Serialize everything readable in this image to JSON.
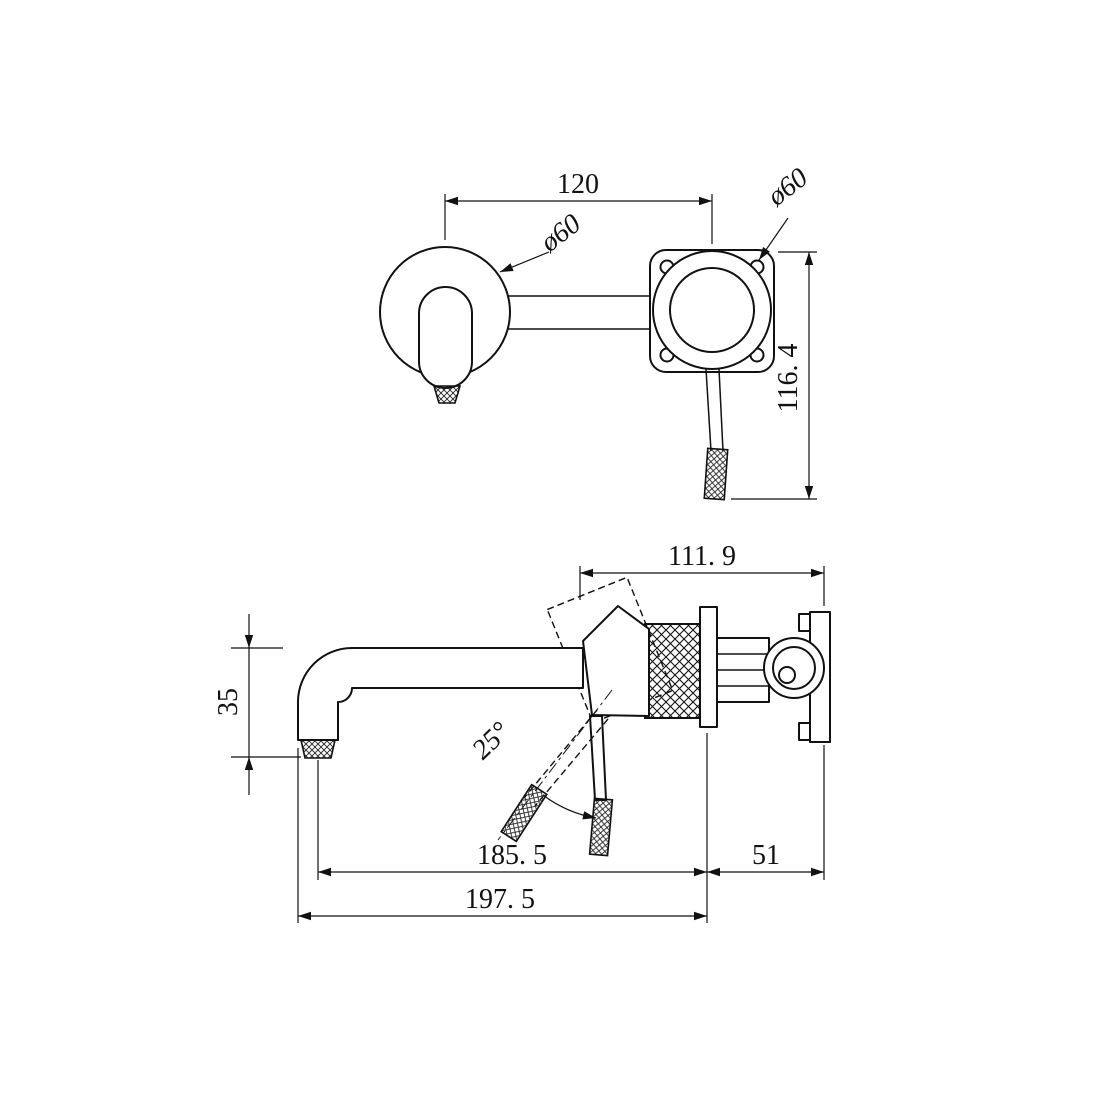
{
  "drawing": {
    "kind": "technical dimension drawing",
    "subject": "wall-mounted basin mixer with curved spout, front view and side view",
    "line_color": "#111111",
    "background": "#ffffff"
  },
  "dims": {
    "centre_distance": "120",
    "spout_plate_diameter": "ø60",
    "mixer_plate_diameter": "ø60",
    "mixer_height": "116. 4",
    "body_width": "111. 9",
    "spout_height": "35",
    "handle_angle": "25°",
    "wall_to_outlet": "185. 5",
    "concealed_depth": "51",
    "overall_projection": "197. 5"
  }
}
